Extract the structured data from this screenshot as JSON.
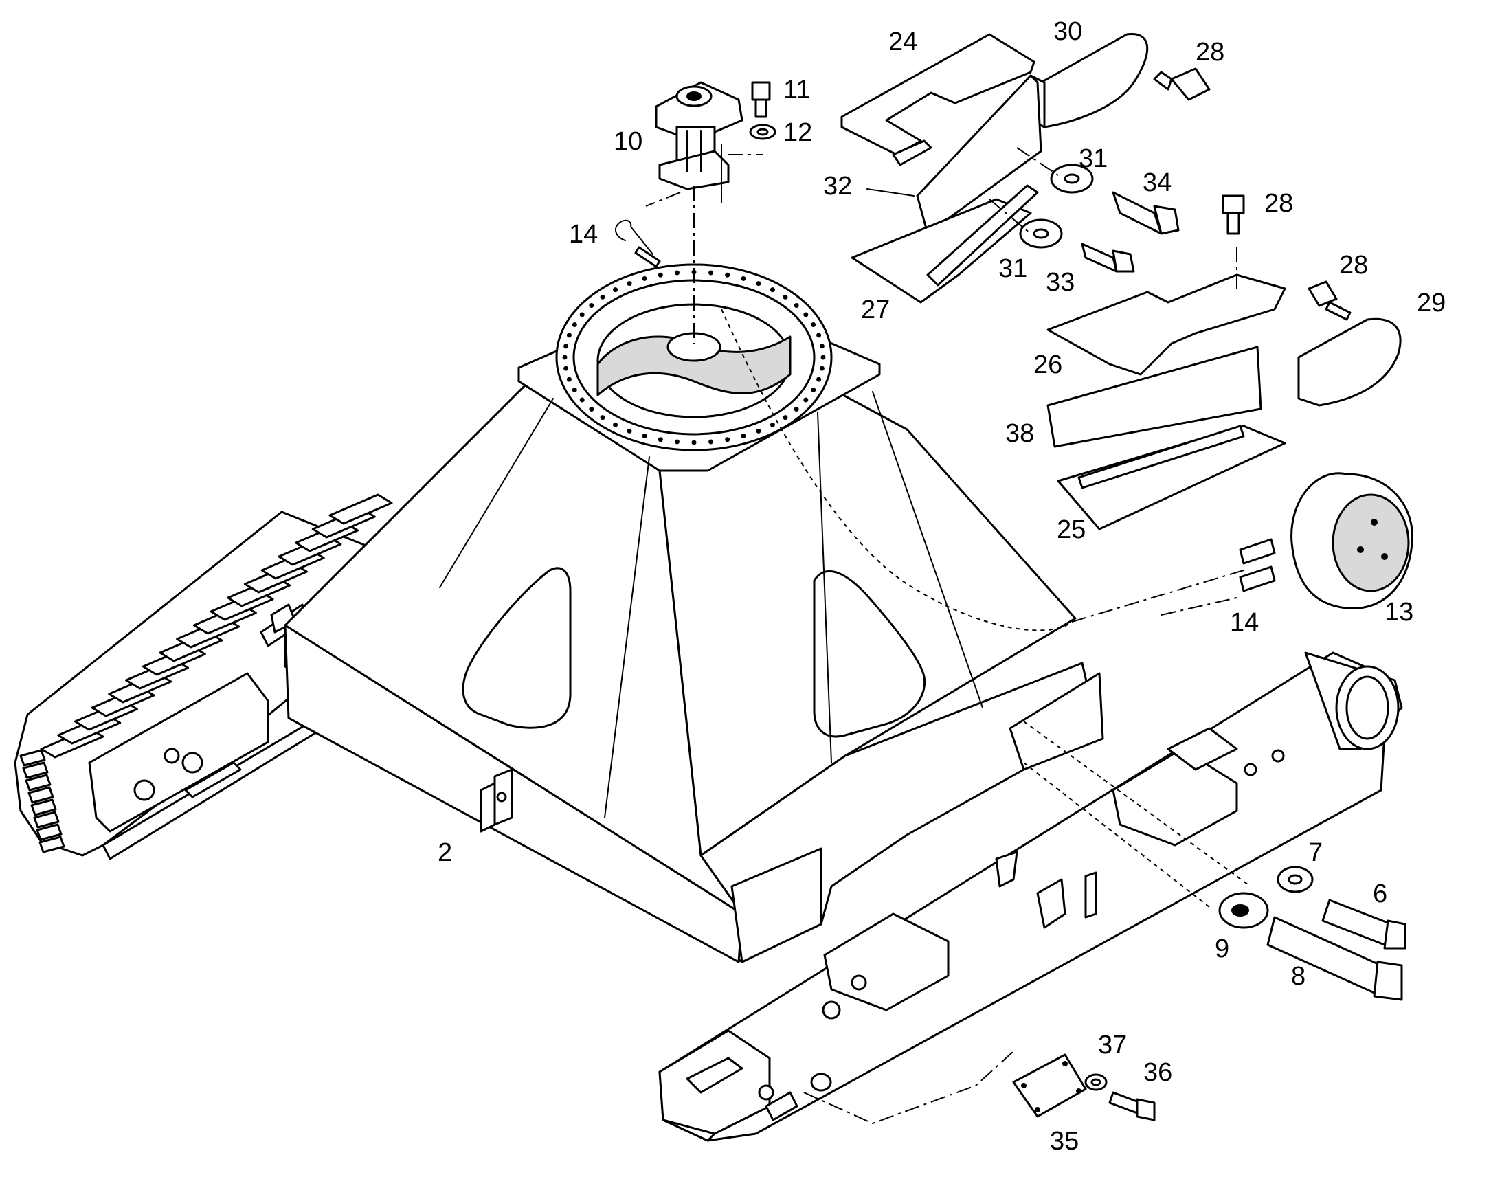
{
  "diagram": {
    "type": "exploded-parts-diagram",
    "line_color": "#000000",
    "background": "#ffffff",
    "callouts": [
      {
        "id": "c-2",
        "label": "2"
      },
      {
        "id": "c-6",
        "label": "6"
      },
      {
        "id": "c-7",
        "label": "7"
      },
      {
        "id": "c-8",
        "label": "8"
      },
      {
        "id": "c-9",
        "label": "9"
      },
      {
        "id": "c-10",
        "label": "10"
      },
      {
        "id": "c-11",
        "label": "11"
      },
      {
        "id": "c-12",
        "label": "12"
      },
      {
        "id": "c-13",
        "label": "13"
      },
      {
        "id": "c-14a",
        "label": "14"
      },
      {
        "id": "c-14b",
        "label": "14"
      },
      {
        "id": "c-24",
        "label": "24"
      },
      {
        "id": "c-25",
        "label": "25"
      },
      {
        "id": "c-26",
        "label": "26"
      },
      {
        "id": "c-27",
        "label": "27"
      },
      {
        "id": "c-28a",
        "label": "28"
      },
      {
        "id": "c-28b",
        "label": "28"
      },
      {
        "id": "c-28c",
        "label": "28"
      },
      {
        "id": "c-29",
        "label": "29"
      },
      {
        "id": "c-30",
        "label": "30"
      },
      {
        "id": "c-31a",
        "label": "31"
      },
      {
        "id": "c-31b",
        "label": "31"
      },
      {
        "id": "c-32",
        "label": "32"
      },
      {
        "id": "c-33",
        "label": "33"
      },
      {
        "id": "c-34",
        "label": "34"
      },
      {
        "id": "c-35",
        "label": "35"
      },
      {
        "id": "c-36",
        "label": "36"
      },
      {
        "id": "c-37",
        "label": "37"
      },
      {
        "id": "c-38",
        "label": "38"
      }
    ]
  }
}
